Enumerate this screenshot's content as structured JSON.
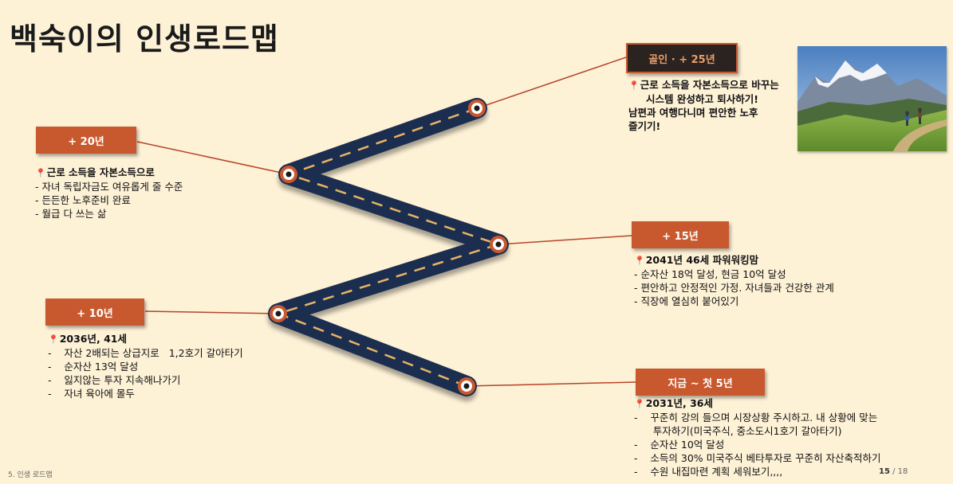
{
  "title": "백숙이의 인생로드맵",
  "footer": {
    "left": "5. 인생 로드맵",
    "page_current": "15",
    "page_sep": "/",
    "page_total": "18"
  },
  "milestones": {
    "goal": {
      "label": "골인 · + 25년",
      "lines": [
        "근로 소득을 자본소득으로 바꾸는",
        "시스템 완성하고 퇴사하기!",
        "남편과 여행다니며 편안한 노후",
        "즐기기!"
      ]
    },
    "y20": {
      "label": "+ 20년",
      "head": "근로 소득을 자본소득으로",
      "lines": [
        "- 자녀 독립자금도 여유롭게 줄 수준",
        "- 든든한 노후준비 완료",
        "- 월급 다 쓰는 삶"
      ]
    },
    "y15": {
      "label": "+ 15년",
      "head": "2041년 46세 파워워킹맘",
      "lines": [
        "- 순자산 18억 달성, 현금 10억 달성",
        "- 편안하고 안정적인 가정. 자녀들과 건강한 관계",
        "- 직장에 열심히 붙어있기"
      ]
    },
    "y10": {
      "label": "+ 10년",
      "head": "2036년, 41세",
      "lines": [
        "-    자산 2배되는 상급지로   1,2호기 갈아타기",
        "-    순자산 13억 달성",
        "-    잃지않는 투자 지속해나가기",
        "-    자녀 육아에 몰두"
      ]
    },
    "now": {
      "label": "지금 ~ 첫 5년",
      "head": "2031년, 36세",
      "lines": [
        "-    꾸준히 강의 들으며 시장상황 주시하고. 내 상황에 맞는",
        "      투자하기(미국주식, 중소도시1호기 갈아타기)",
        "-    순자산 10억 달성",
        "-    소득의 30% 미국주식 베타투자로 꾸준히 자산축적하기",
        "-    수원 내집마련 계획 세워보기,,,,"
      ]
    }
  },
  "colors": {
    "background": "#fdf1d6",
    "accent": "#c8592f",
    "road": "#1f2d4f",
    "road_dash": "#e9b463",
    "dark_box": "#2b2320"
  }
}
